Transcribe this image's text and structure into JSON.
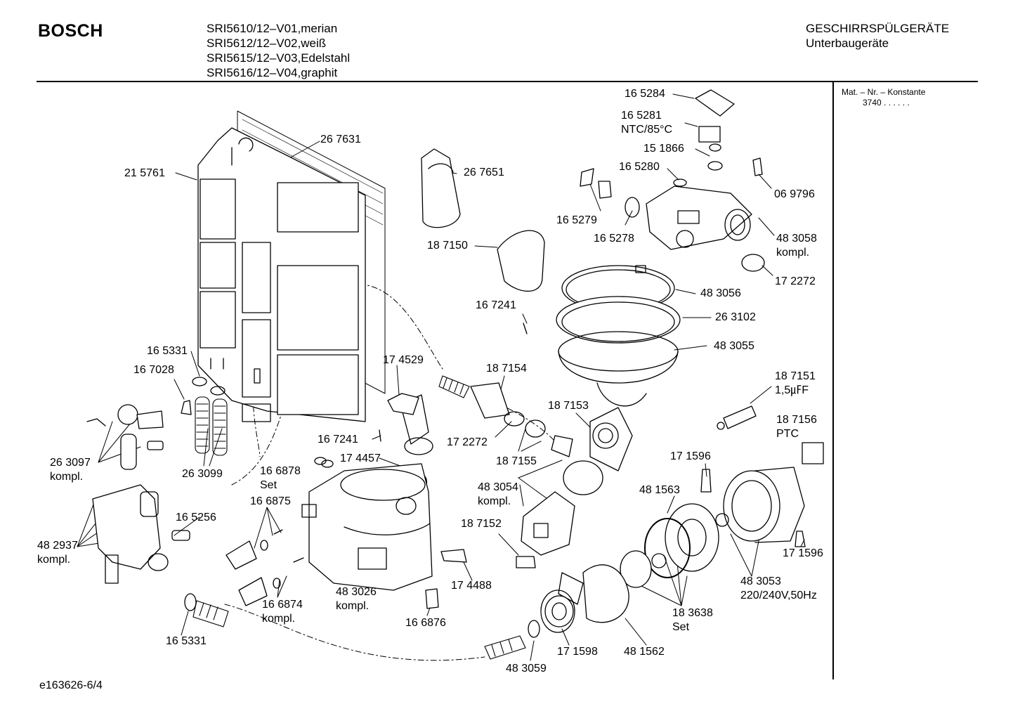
{
  "header": {
    "brand": "BOSCH",
    "models": [
      "SRI5610/12–V01,merian",
      "SRI5612/12–V02,weiß",
      "SRI5615/12–V03,Edelstahl",
      "SRI5616/12–V04,graphit"
    ],
    "category": "GESCHIRRSPÜLGERÄTE",
    "subcategory": "Unterbaugeräte"
  },
  "side_panel": {
    "title": "Mat. – Nr. – Konstante",
    "value": "3740  .  .  .  .  .  ."
  },
  "footer": {
    "code": "e163626-6/4"
  },
  "labels": [
    {
      "id": "p165284",
      "lines": [
        "16 5284"
      ]
    },
    {
      "id": "p165281",
      "lines": [
        "16 5281",
        "NTC/85°C"
      ]
    },
    {
      "id": "p151866",
      "lines": [
        "15 1866"
      ]
    },
    {
      "id": "p165280",
      "lines": [
        "16 5280"
      ]
    },
    {
      "id": "p069796",
      "lines": [
        "06 9796"
      ]
    },
    {
      "id": "p165279",
      "lines": [
        "16 5279"
      ]
    },
    {
      "id": "p165278",
      "lines": [
        "16 5278"
      ]
    },
    {
      "id": "p483058",
      "lines": [
        "48 3058",
        "kompl."
      ]
    },
    {
      "id": "p172272a",
      "lines": [
        "17 2272"
      ]
    },
    {
      "id": "p483056",
      "lines": [
        "48 3056"
      ]
    },
    {
      "id": "p263102",
      "lines": [
        "26 3102"
      ]
    },
    {
      "id": "p483055",
      "lines": [
        "48 3055"
      ]
    },
    {
      "id": "p267631",
      "lines": [
        "26 7631"
      ]
    },
    {
      "id": "p267651",
      "lines": [
        "26 7651"
      ]
    },
    {
      "id": "p215761",
      "lines": [
        "21 5761"
      ]
    },
    {
      "id": "p187150",
      "lines": [
        "18 7150"
      ]
    },
    {
      "id": "p167241a",
      "lines": [
        "16 7241"
      ]
    },
    {
      "id": "p165331a",
      "lines": [
        "16 5331"
      ]
    },
    {
      "id": "p167028",
      "lines": [
        "16 7028"
      ]
    },
    {
      "id": "p174529",
      "lines": [
        "17 4529"
      ]
    },
    {
      "id": "p187154",
      "lines": [
        "18 7154"
      ]
    },
    {
      "id": "p187151",
      "lines": [
        "18 7151",
        "1,5㎌F"
      ]
    },
    {
      "id": "p187156",
      "lines": [
        "18 7156",
        "PTC"
      ]
    },
    {
      "id": "p187153",
      "lines": [
        "18 7153"
      ]
    },
    {
      "id": "p167241b",
      "lines": [
        "16 7241"
      ]
    },
    {
      "id": "p172272b",
      "lines": [
        "17 2272"
      ]
    },
    {
      "id": "p187155",
      "lines": [
        "18 7155"
      ]
    },
    {
      "id": "p263097",
      "lines": [
        "26 3097",
        "kompl."
      ]
    },
    {
      "id": "p174457",
      "lines": [
        "17 4457"
      ]
    },
    {
      "id": "p166878",
      "lines": [
        "16 6878",
        "Set"
      ]
    },
    {
      "id": "p171596a",
      "lines": [
        "17 1596"
      ]
    },
    {
      "id": "p263099",
      "lines": [
        "26 3099"
      ]
    },
    {
      "id": "p483054",
      "lines": [
        "48 3054",
        "kompl."
      ]
    },
    {
      "id": "p481563",
      "lines": [
        "48 1563"
      ]
    },
    {
      "id": "p166875",
      "lines": [
        "16 6875"
      ]
    },
    {
      "id": "p165256",
      "lines": [
        "16 5256"
      ]
    },
    {
      "id": "p187152",
      "lines": [
        "18 7152"
      ]
    },
    {
      "id": "p482937",
      "lines": [
        "48 2937",
        "kompl."
      ]
    },
    {
      "id": "p171596b",
      "lines": [
        "17 1596"
      ]
    },
    {
      "id": "p174488",
      "lines": [
        "17 4488"
      ]
    },
    {
      "id": "p483026",
      "lines": [
        "48 3026",
        "kompl."
      ]
    },
    {
      "id": "p483053",
      "lines": [
        "48 3053",
        "220/240V,50Hz"
      ]
    },
    {
      "id": "p166874",
      "lines": [
        "16 6874",
        "kompl."
      ]
    },
    {
      "id": "p183638",
      "lines": [
        "18 3638",
        "Set"
      ]
    },
    {
      "id": "p166876",
      "lines": [
        "16 6876"
      ]
    },
    {
      "id": "p165331b",
      "lines": [
        "16 5331"
      ]
    },
    {
      "id": "p171598",
      "lines": [
        "17 1598"
      ]
    },
    {
      "id": "p481562",
      "lines": [
        "48 1562"
      ]
    },
    {
      "id": "p483059",
      "lines": [
        "48 3059"
      ]
    }
  ]
}
